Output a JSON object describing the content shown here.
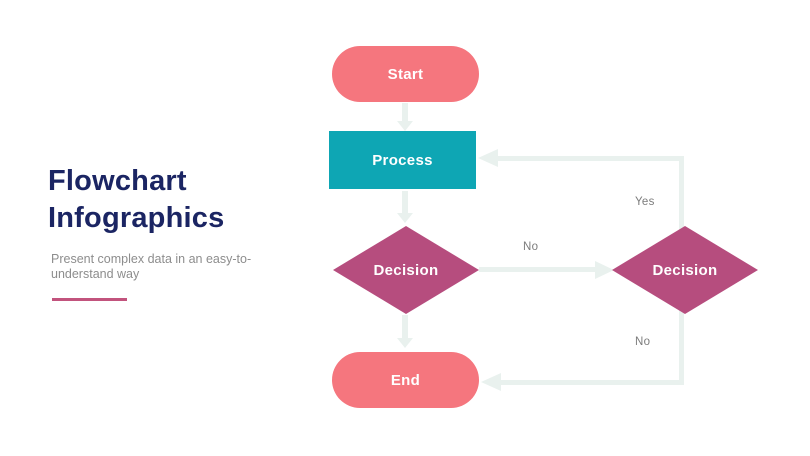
{
  "slide": {
    "title": "Flowchart Infographics",
    "subtitle": "Present complex data in an easy-to-understand way",
    "flowchart": {
      "nodes": [
        {
          "id": "start",
          "type": "terminator",
          "label": "Start",
          "color": "#F5767E"
        },
        {
          "id": "process",
          "type": "process",
          "label": "Process",
          "color": "#0EA6B4"
        },
        {
          "id": "decision-1",
          "type": "decision",
          "label": "Decision",
          "color": "#B64D7E"
        },
        {
          "id": "decision-2",
          "type": "decision",
          "label": "Decision",
          "color": "#B64D7E"
        },
        {
          "id": "end",
          "type": "terminator",
          "label": "End",
          "color": "#F5767E"
        }
      ],
      "edges": [
        {
          "from": "start",
          "to": "process",
          "label": ""
        },
        {
          "from": "process",
          "to": "decision-1",
          "label": ""
        },
        {
          "from": "decision-1",
          "to": "decision-2",
          "label": "No"
        },
        {
          "from": "decision-1",
          "to": "end",
          "label": ""
        },
        {
          "from": "decision-2",
          "to": "process",
          "label": "Yes"
        },
        {
          "from": "decision-2",
          "to": "end",
          "label": "No"
        }
      ],
      "connector_color": "#E9F1EE"
    },
    "colors": {
      "background": "#FFFFFF",
      "title": "#1B2563",
      "subtitle": "#8D8D8D",
      "accent_rule": "#C2537D",
      "edge_label": "#7C7C7C"
    }
  }
}
